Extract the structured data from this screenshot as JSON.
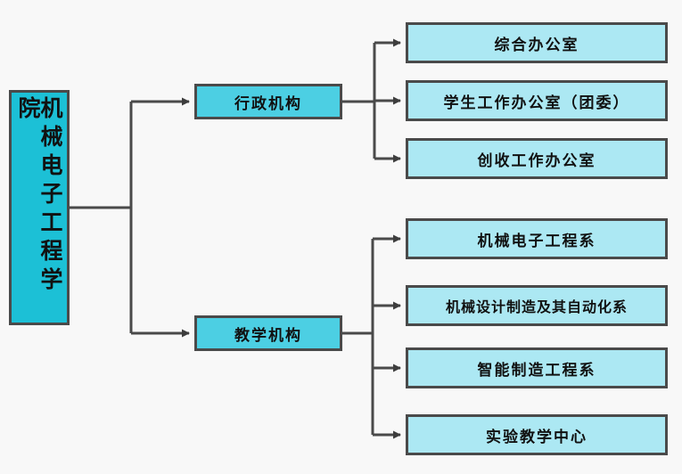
{
  "diagram": {
    "type": "organizational-chart",
    "title_text": "机械电子工程学院",
    "background_color": "#f8f8f8",
    "colors": {
      "root_fill": "#1cc0d6",
      "branch_fill": "#4ccfe3",
      "leaf_fill": "#ace8f3",
      "border": "#4a4a4a",
      "connector": "#4a4a4a",
      "text": "#111111"
    },
    "root": {
      "label": "机械电子工程学院",
      "orientation": "vertical"
    },
    "branches": [
      {
        "id": "administrative",
        "label": "行政机构",
        "children": [
          {
            "label": "综合办公室"
          },
          {
            "label": "学生工作办公室（团委）"
          },
          {
            "label": "创收工作办公室"
          }
        ]
      },
      {
        "id": "teaching",
        "label": "教学机构",
        "children": [
          {
            "label": "机械电子工程系"
          },
          {
            "label": "机械设计制造及其自动化系"
          },
          {
            "label": "智能制造工程系"
          },
          {
            "label": "实验教学中心"
          }
        ]
      }
    ]
  }
}
